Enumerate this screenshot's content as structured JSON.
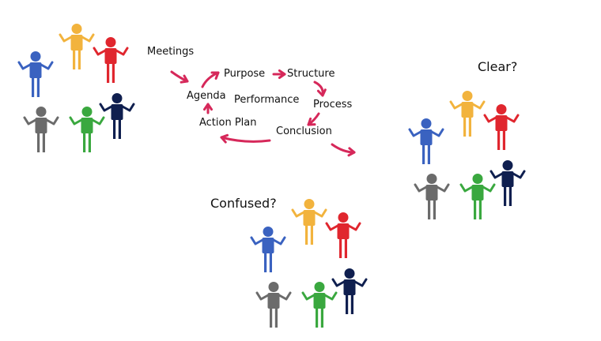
{
  "labels": {
    "meetings": "Meetings",
    "agenda": "Agenda",
    "purpose": "Purpose",
    "structure": "Structure",
    "performance": "Performance",
    "process": "Process",
    "action_plan": "Action Plan",
    "conclusion": "Conclusion",
    "clear": "Clear?",
    "confused": "Confused?"
  },
  "colors": {
    "arrow": "#d6285a",
    "blue": "#3a62c0",
    "yellow": "#f2b33d",
    "red": "#e0262e",
    "gray": "#6b6b6b",
    "green": "#3aa83f",
    "navy": "#0f1f4f",
    "text": "#111111"
  },
  "groups": [
    "top-left",
    "right",
    "bottom"
  ],
  "icons": [
    "person-icon",
    "arrow-icon"
  ]
}
